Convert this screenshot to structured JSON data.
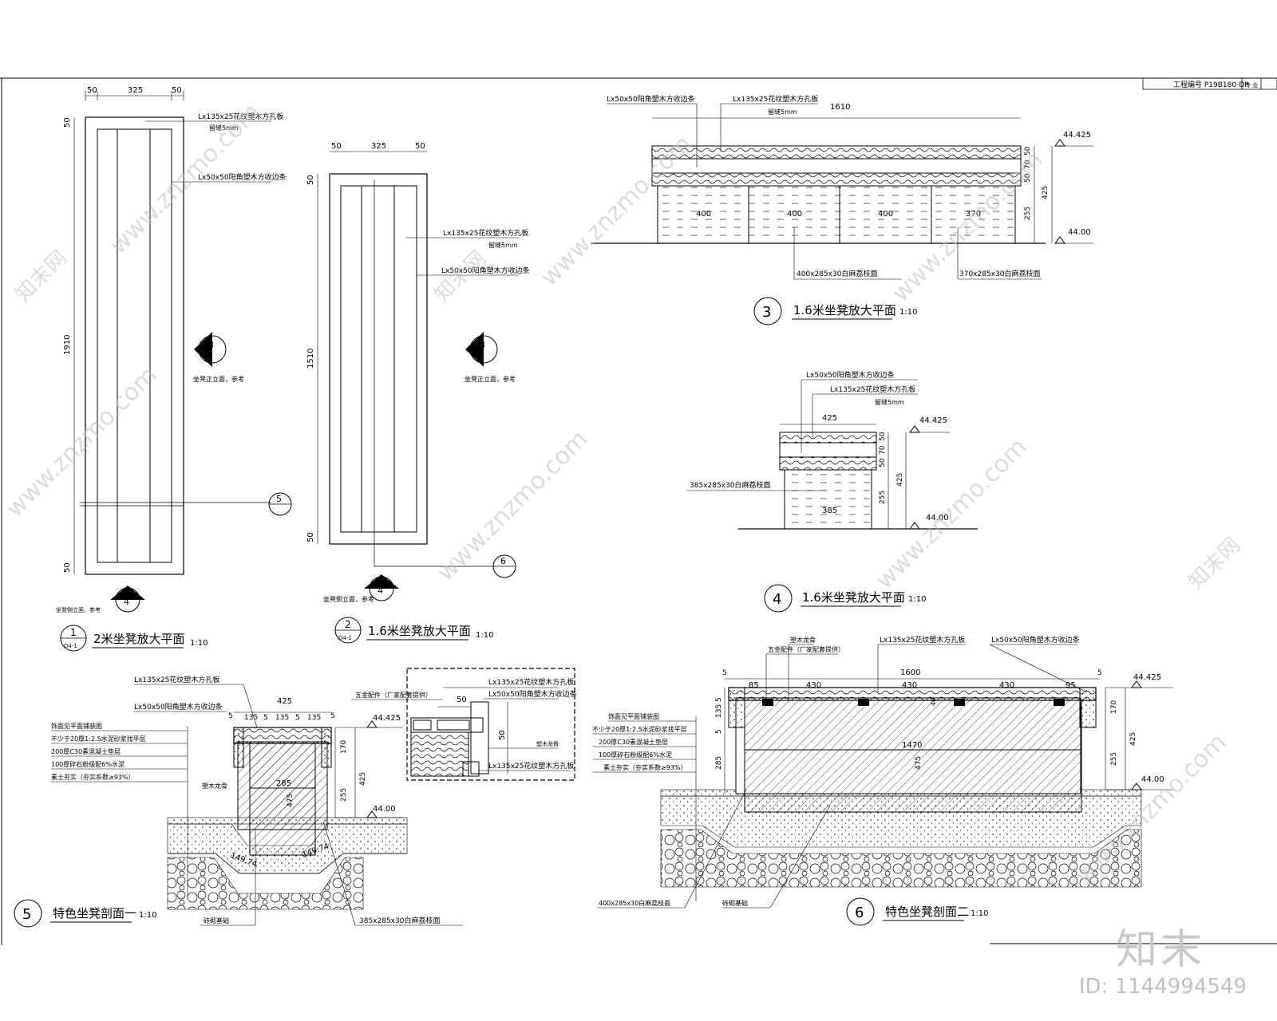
{
  "title_block": {
    "code": "工程编号 P19B180-DP",
    "c2": "专 业",
    "c3": ""
  },
  "drawings": {
    "d1": {
      "num": "1",
      "ref": "D4-1",
      "title": "2米坐凳放大平面",
      "scale": "1:10",
      "dims_top": [
        "50",
        "325",
        "50"
      ],
      "dims_side": [
        "50",
        "1910",
        "50"
      ],
      "label_a": "Lx135x25花纹塑木方孔板",
      "label_a2": "留缝5mm",
      "label_b": "Lx50x50阳角塑木方收边条",
      "section_ref": "3",
      "section_note": "坐凳正立面，参考",
      "elev_ref": "4",
      "elev_note": "坐凳侧立面，参考",
      "cut_ref": "5"
    },
    "d2": {
      "num": "2",
      "ref": "D4-1",
      "title": "1.6米坐凳放大平面",
      "scale": "1:10",
      "dims_top": [
        "50",
        "325",
        "50"
      ],
      "dims_side": [
        "50",
        "1510",
        "50"
      ],
      "label_a": "Lx135x25花纹塑木方孔板",
      "label_a2": "留缝5mm",
      "label_b": "Lx50x50阳角塑木方收边条",
      "section_ref": "3",
      "section_note": "坐凳正立面，参考",
      "elev_ref": "4",
      "elev_note": "坐凳侧立面，参考",
      "cut_ref": "6"
    },
    "d3": {
      "num": "3",
      "title": "1.6米坐凳放大平面",
      "scale": "1:10",
      "label_a": "Lx50x50阳角塑木方收边条",
      "label_b": "Lx135x25花纹塑木方孔板",
      "label_b2": "留缝5mm",
      "width": "1610",
      "segments": [
        "400",
        "400",
        "400",
        "370"
      ],
      "dims_v": [
        "50",
        "70",
        "50",
        "255",
        "425"
      ],
      "elev_top": "44.425",
      "elev_bot": "44.00",
      "label_c": "400x285x30白麻荔枝面",
      "label_d": "370x285x30白麻荔枝面"
    },
    "d4": {
      "num": "4",
      "title": "1.6米坐凳放大平面",
      "scale": "1:10",
      "label_a": "Lx50x50阳角塑木方收边条",
      "label_b": "Lx135x25花纹塑木方孔板",
      "label_b2": "留缝5mm",
      "width": "425",
      "inner": "385",
      "dims_v": [
        "50",
        "70",
        "50",
        "255",
        "425"
      ],
      "elev_top": "44.425",
      "elev_bot": "44.00",
      "label_c": "385x285x30白麻荔枝面"
    },
    "d5": {
      "num": "5",
      "title": "特色坐凳剖面一",
      "scale": "1:10",
      "top_labels": [
        "Lx135x25花纹塑木方孔板",
        "五金配件（厂家配套提供）",
        "Lx50x50阳角塑木方收边条"
      ],
      "layers": [
        "饰面见平面铺装图",
        "不少于20厚1:2.5水泥砂浆找平层",
        "200厚C30素混凝土垫层",
        "100厚碎石粉级配6%水泥",
        "素土夯实（夯实系数≥93%）"
      ],
      "width": "425",
      "subdims": [
        "5",
        "135",
        "5",
        "135",
        "5",
        "135",
        "5"
      ],
      "elev_top": "44.425",
      "elev_bot": "44.00",
      "dims_v": [
        "170",
        "425",
        "255"
      ],
      "h1": "285",
      "h2": "475",
      "angle1": "149.74",
      "angle2": "149.74",
      "label_keel": "塑木龙骨",
      "label_base": "砖砌基础",
      "label_stone": "385x285x30白麻荔枝面"
    },
    "detail": {
      "label_a": "Lx135x25花纹塑木方孔板",
      "label_b": "Lx50x50阳角塑木方收边条",
      "label_c": "塑木龙骨",
      "label_d": "Lx135x25花纹塑木方孔板",
      "d1": "50",
      "d2": "50"
    },
    "d6": {
      "num": "6",
      "title": "特色坐凳剖面二",
      "scale": "1:10",
      "top_labels": [
        "塑木龙骨",
        "五金配件（厂家配套提供）",
        "Lx135x25花纹塑木方孔板",
        "Lx50x50阳角塑木方收边条"
      ],
      "layers": [
        "饰面见平面铺装图",
        "不少于20厚1:2.5水泥砂浆找平层",
        "200厚C30素混凝土垫层",
        "100厚碎石粉级配6%水泥",
        "素土夯实（夯实系数≥93%）"
      ],
      "total": "1600",
      "segs": [
        "85",
        "430",
        "430",
        "430",
        "95"
      ],
      "edge": "5",
      "inner": "1470",
      "elev_top": "44.425",
      "elev_bot": "44.00",
      "dims_v": [
        "170",
        "425",
        "255"
      ],
      "h1": "285",
      "h2": "475",
      "h3": "40",
      "dl": [
        "5",
        "135",
        "5"
      ],
      "label_stone": "400x285x30白麻荔枝面",
      "label_base": "砖砌基础"
    }
  },
  "watermark": {
    "text": "www.znzmo.com",
    "brand": "知末网",
    "logo": "知末",
    "id": "ID: 1144994549"
  }
}
